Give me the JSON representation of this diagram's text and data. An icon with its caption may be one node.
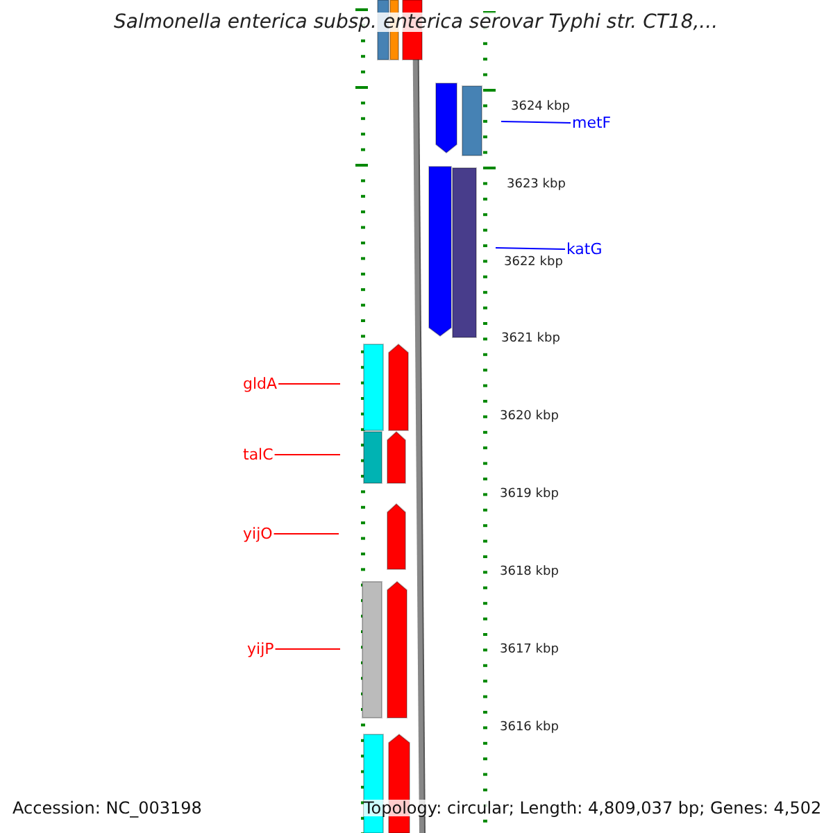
{
  "diagram": {
    "title": "Salmonella enterica subsp. enterica serovar Typhi str. CT18,...",
    "nodes": [
      {
        "text": [
          "metF"
        ]
      },
      {
        "text": [
          "katG"
        ]
      },
      {
        "text": [
          "gldA"
        ]
      },
      {
        "text": [
          "talC"
        ]
      },
      {
        "text": [
          "yijO"
        ]
      },
      {
        "text": [
          "yijP"
        ]
      }
    ],
    "edges": [
      {
        "from": 0,
        "to": null,
        "arrow": "none",
        "color": "#0000ff"
      },
      {
        "from": 1,
        "to": null,
        "arrow": "none",
        "color": "#0000ff"
      },
      {
        "from": 2,
        "to": null,
        "arrow": "none"
      },
      {
        "from": 3,
        "to": null,
        "arrow": "none"
      },
      {
        "from": 4,
        "to": null,
        "arrow": "none"
      },
      {
        "from": 5,
        "to": null,
        "arrow": "none"
      }
    ],
    "labels": [
      "3624 kbp",
      "3623 kbp",
      "3622 kbp",
      "3621 kbp",
      "3620 kbp",
      "3619 kbp",
      "3618 kbp",
      "3617 kbp",
      "3616 kbp",
      "Accession: NC_003198",
      "Topology: circular; Length: 4,809,037 bp; Genes: 4,502"
    ]
  }
}
